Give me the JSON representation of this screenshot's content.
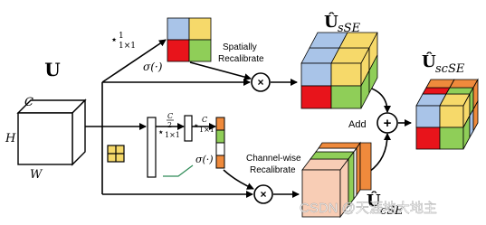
{
  "input": {
    "name": "U",
    "dims": {
      "c": "C",
      "h": "H",
      "w": "W"
    }
  },
  "spatial": {
    "conv": "⋆",
    "conv_size": "1×1",
    "conv_channels": "1",
    "sigmoid": "σ(·)",
    "label_line1": "Spatially",
    "label_line2": "Recalibrate",
    "output": "Û",
    "output_sub": "sSE"
  },
  "channel": {
    "pool_icon": "global-pool-icon",
    "conv1": "⋆",
    "conv1_size": "1×1",
    "conv1_num": "C",
    "conv1_den": "2",
    "conv2": "⋆",
    "conv2_size": "1×1",
    "conv2_channels": "C",
    "sigmoid": "σ(·)",
    "label_line1": "Channel-wise",
    "label_line2": "Recalibrate",
    "output": "Û",
    "output_sub": "cSE"
  },
  "combine": {
    "label": "Add",
    "multiply_symbol": "×",
    "add_symbol": "+",
    "output": "Û",
    "output_sub": "scSE"
  },
  "watermark": "CSDN @天涯地大地主",
  "colors": {
    "blue": "#a9c4e8",
    "yellow": "#f6d96a",
    "red": "#e8141b",
    "green": "#8fce58",
    "orange": "#ef8a3c",
    "peach": "#f8cdb5",
    "stroke": "#000000",
    "channel_mid": "#ffffff"
  }
}
